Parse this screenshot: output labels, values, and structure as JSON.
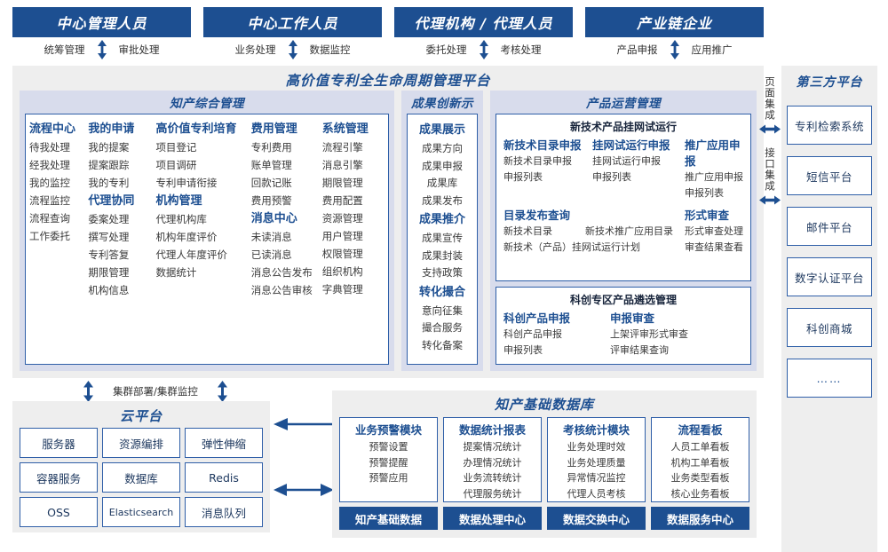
{
  "actors": [
    {
      "title": "中心管理人员",
      "left": "统筹管理",
      "right": "审批处理"
    },
    {
      "title": "中心工作人员",
      "left": "业务处理",
      "right": "数据监控"
    },
    {
      "title": "代理机构 / 代理人员",
      "left": "委托处理",
      "right": "考核处理"
    },
    {
      "title": "产业链企业",
      "left": "产品申报",
      "right": "应用推广"
    }
  ],
  "platform": {
    "title": "高价值专利全生命周期管理平台",
    "panel_a": {
      "title": "知产综合管理",
      "columns": [
        {
          "groups": [
            {
              "name": "流程中心",
              "items": [
                "待我处理",
                "经我处理",
                "我的监控",
                "流程监控",
                "流程查询",
                "工作委托"
              ]
            }
          ]
        },
        {
          "groups": [
            {
              "name": "我的申请",
              "items": [
                "我的提案",
                "提案跟踪",
                "我的专利"
              ]
            },
            {
              "name": "代理协同",
              "items": [
                "委案处理",
                "撰写处理",
                "专利答复",
                "期限管理",
                "机构信息"
              ]
            }
          ]
        },
        {
          "groups": [
            {
              "name": "高价值专利培育",
              "items": [
                "项目登记",
                "项目调研",
                "专利申请衔接"
              ]
            },
            {
              "name": "机构管理",
              "items": [
                "代理机构库",
                "机构年度评价",
                "代理人年度评价",
                "数据统计"
              ]
            }
          ]
        },
        {
          "groups": [
            {
              "name": "费用管理",
              "items": [
                "专利费用",
                "账单管理",
                "回款记账",
                "费用预警"
              ]
            },
            {
              "name": "消息中心",
              "items": [
                "未读消息",
                "已读消息",
                "消息公告发布",
                "消息公告审核"
              ]
            }
          ]
        },
        {
          "groups": [
            {
              "name": "系统管理",
              "items": [
                "流程引擎",
                "消息引擎",
                "期限管理",
                "费用配置",
                "资源管理",
                "用户管理",
                "权限管理",
                "组织机构",
                "字典管理"
              ]
            }
          ]
        }
      ]
    },
    "panel_b": {
      "title": "成果创新示范",
      "groups": [
        {
          "name": "成果展示",
          "items": [
            "成果方向",
            "成果申报",
            "成果库",
            "成果发布"
          ]
        },
        {
          "name": "成果推介",
          "items": [
            "成果宣传",
            "成果封装",
            "支持政策"
          ]
        },
        {
          "name": "转化撮合",
          "items": [
            "意向征集",
            "撮合服务",
            "转化备案"
          ]
        }
      ]
    },
    "panel_c": {
      "title": "产品运营管理",
      "boxes": [
        {
          "title": "新技术产品挂网试运行",
          "row1": [
            {
              "name": "新技术目录申报",
              "items": [
                "新技术目录申报",
                "申报列表"
              ]
            },
            {
              "name": "挂网试运行申报",
              "items": [
                "挂网试运行申报",
                "申报列表"
              ]
            },
            {
              "name": "推广应用申报",
              "items": [
                "推广应用申报",
                "申报列表"
              ]
            }
          ],
          "row2": [
            {
              "name": "目录发布查询",
              "items_a": [
                "新技术目录",
                "新技术（产品）挂网试运行计划"
              ],
              "items_b": [
                "新技术推广应用目录"
              ]
            },
            {
              "name": "形式审查",
              "items": [
                "形式审查处理",
                "审查结果查看"
              ]
            }
          ]
        },
        {
          "title": "科创专区产品遴选管理",
          "row1": [
            {
              "name": "科创产品申报",
              "items": [
                "科创产品申报",
                "申报列表"
              ]
            },
            {
              "name": "申报审查",
              "items": [
                "上架评审形式审查",
                "评审结果查询"
              ]
            }
          ]
        }
      ]
    }
  },
  "integration": {
    "page_label": "页面集成",
    "api_label": "接口集成"
  },
  "third_party": {
    "title": "第三方平台",
    "items": [
      "专利检索系统",
      "短信平台",
      "邮件平台",
      "数字认证平台",
      "科创商城",
      "……"
    ]
  },
  "cluster_label": "集群部署/集群监控",
  "cloud": {
    "title": "云平台",
    "cells": [
      "服务器",
      "资源编排",
      "弹性伸缩",
      "容器服务",
      "数据库",
      "Redis",
      "OSS",
      "Elasticsearch",
      "消息队列"
    ]
  },
  "database": {
    "title": "知产基础数据库",
    "columns": [
      {
        "name": "业务预警模块",
        "items": [
          "预警设置",
          "预警提醒",
          "预警应用"
        ],
        "footer": "知产基础数据"
      },
      {
        "name": "数据统计报表",
        "items": [
          "提案情况统计",
          "办理情况统计",
          "业务流转统计",
          "代理服务统计"
        ],
        "footer": "数据处理中心"
      },
      {
        "name": "考核统计模块",
        "items": [
          "业务处理时效",
          "业务处理质量",
          "异常情况监控",
          "代理人员考核"
        ],
        "footer": "数据交换中心"
      },
      {
        "name": "流程看板",
        "items": [
          "人员工单看板",
          "机构工单看板",
          "业务类型看板",
          "核心业务看板"
        ],
        "footer": "数据服务中心"
      }
    ]
  },
  "colors": {
    "brand_blue": "#1d4f91",
    "border_blue": "#2f5fa8",
    "panel_lavender": "#d8dcec",
    "panel_gray": "#eeeeee"
  }
}
